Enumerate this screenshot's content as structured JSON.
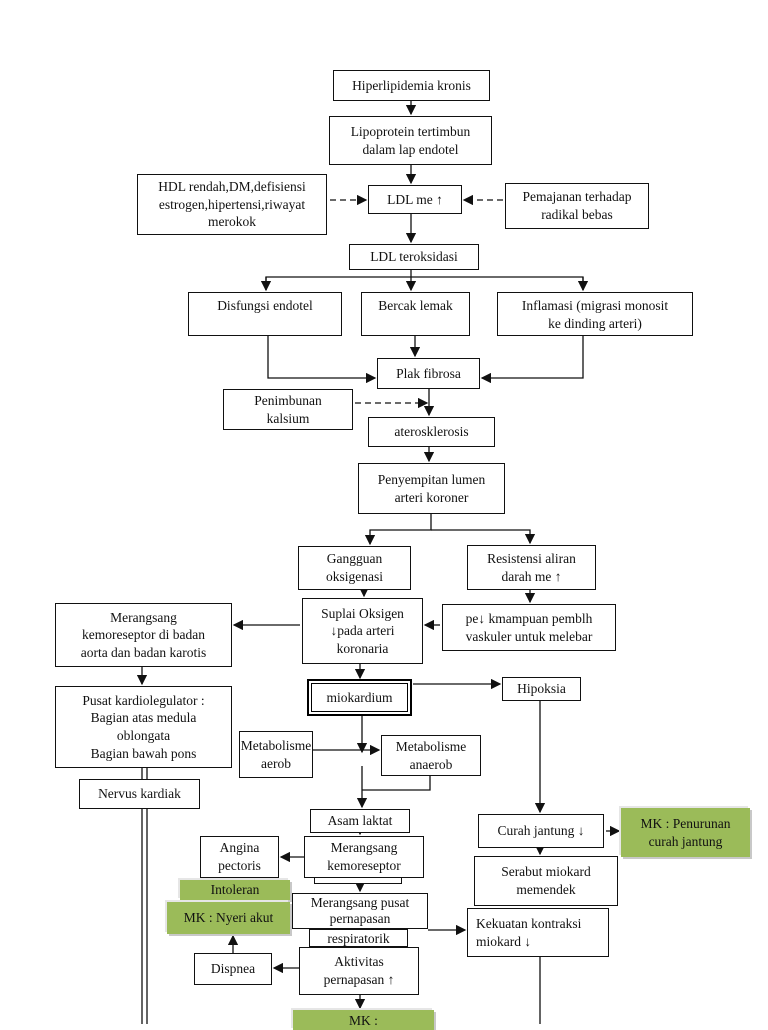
{
  "nodes": {
    "hiperlipidemia": "Hiperlipidemia kronis",
    "lipoprotein": "Lipoprotein tertimbun\ndalam lap endotel",
    "hdl": "HDL rendah,DM,defisiensi\nestrogen,hipertensi,riwayat\nmerokok",
    "ldl_naik": "LDL me ↑",
    "pemajanan": "Pemajanan terhadap\nradikal bebas",
    "ldl_oks": "LDL teroksidasi",
    "disfungsi": "Disfungsi endotel",
    "bercak": "Bercak lemak",
    "inflamasi": "Inflamasi (migrasi monosit\nke dinding arteri)",
    "plak": "Plak fibrosa",
    "kalsium": "Penimbunan\nkalsium",
    "aterosklerosis": "aterosklerosis",
    "penyempitan": "Penyempitan lumen\narteri koroner",
    "gangguan": "Gangguan\noksigenasi",
    "resistensi": "Resistensi aliran\ndarah me ↑",
    "kemoreseptor_aorta": "Merangsang\nkemoreseptor di badan\naorta dan badan karotis",
    "suplai": "Suplai Oksigen\n↓pada arteri\nkoronaria",
    "kemampuan": "pe↓ kmampuan pemblh\nvaskuler untuk melebar",
    "miokardium": "miokardium",
    "hipoksia": "Hipoksia",
    "pusat_kardio": "Pusat kardiolegulator :\nBagian atas medula\noblongata\nBagian bawah pons",
    "aerob": "Metabolisme\naerob",
    "anaerob": "Metabolisme\nanaerob",
    "nervus": "Nervus kardiak",
    "asam_laktat": "Asam laktat",
    "kemoreseptor": "Merangsang\nkemoreseptor",
    "angina": "Angina\npectoris",
    "intoleransi": "Intoleran",
    "mk_nyeri": "MK : Nyeri akut",
    "pusat_pernapasan": "Merangsang pusat\npernapasan",
    "respiratorik": "respiratorik",
    "dispnea": "Dispnea",
    "aktivitas": "Aktivitas\npernapasan ↑",
    "mk_bottom": "MK :",
    "curah": "Curah jantung ↓",
    "mk_curah": "MK : Penurunan\ncurah jantung",
    "serabut": "Serabut miokard\nmemendek",
    "kekuatan": "Kekuatan kontraksi\nmiokard ↓"
  },
  "colors": {
    "diagnosis_fill": "#9bbb59",
    "line": "#111111"
  }
}
